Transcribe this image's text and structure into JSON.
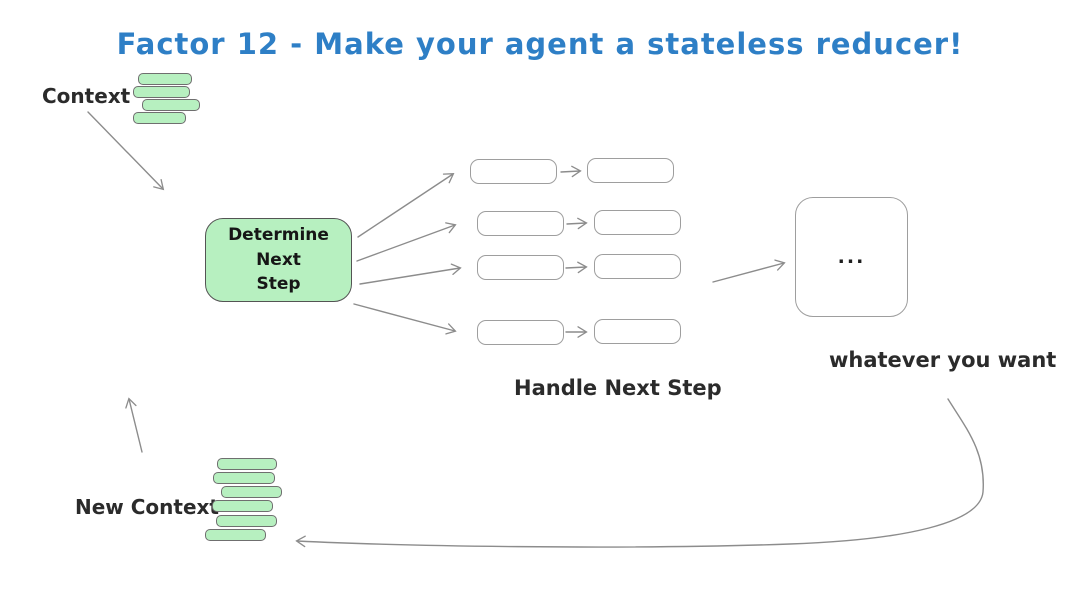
{
  "diagram": {
    "title": "Factor 12 - Make your agent a stateless reducer!",
    "context": {
      "label": "Context",
      "bar_count": 4
    },
    "determine_box": {
      "lines": [
        "Determine",
        "Next",
        "Step"
      ]
    },
    "handle": {
      "label": "Handle Next Step",
      "row_count": 4
    },
    "output_box": {
      "text": "...",
      "caption": "whatever you want"
    },
    "new_context": {
      "label": "New Context",
      "bar_count": 6
    }
  },
  "colors": {
    "title_blue": "#2e7fc6",
    "green_fill": "#b7f0c0",
    "green_border": "#6f6f6f",
    "box_border_gray": "#9e9e9e",
    "arrow_gray": "#8c8c8c",
    "text_dark": "#1e1e1e",
    "background": "#ffffff"
  }
}
